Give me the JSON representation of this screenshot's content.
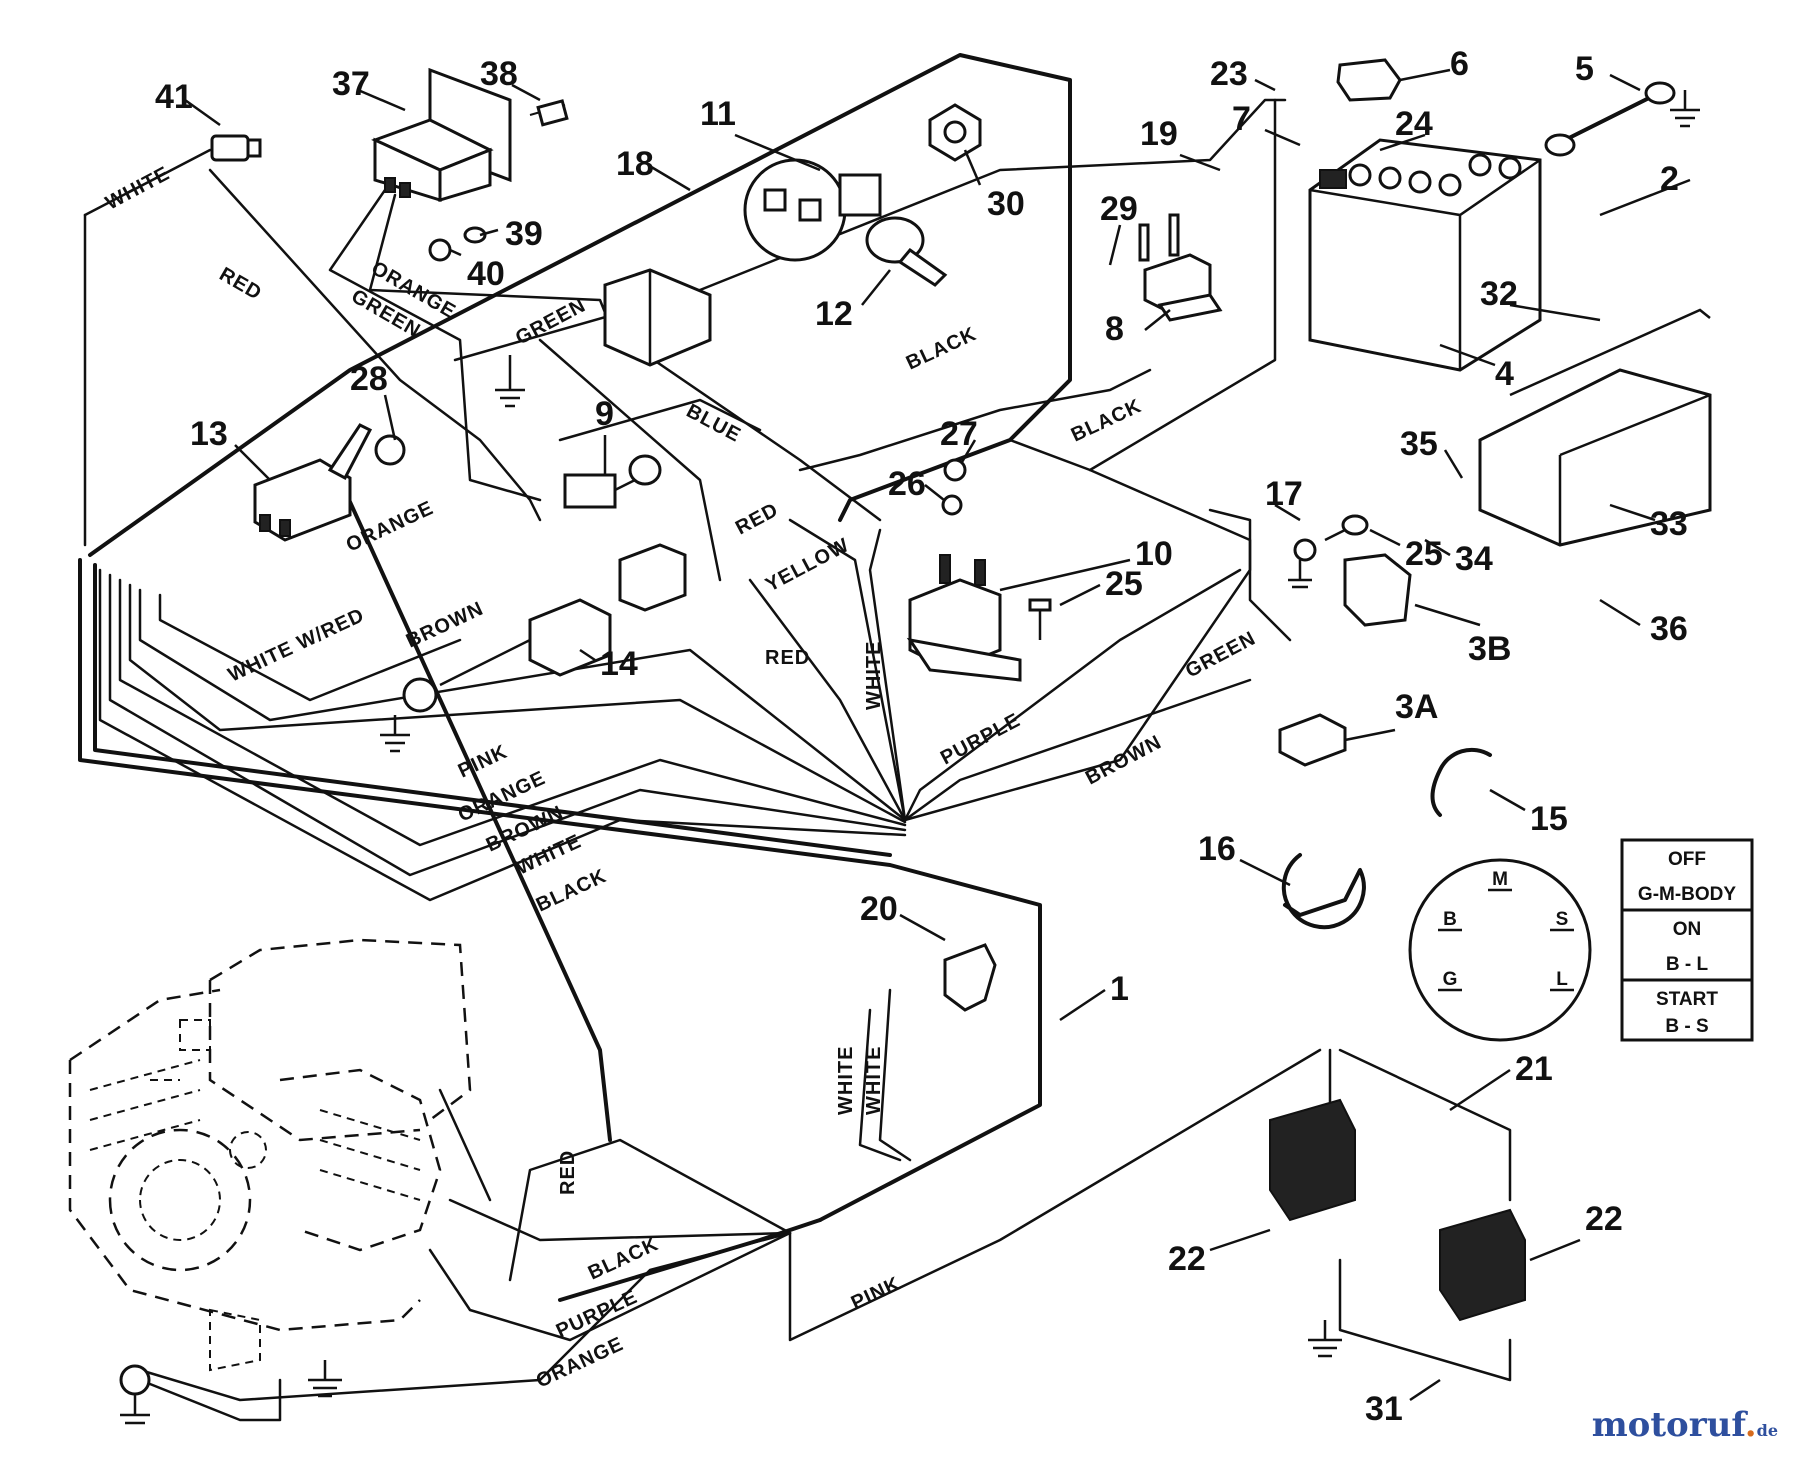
{
  "diagram": {
    "part_numbers": [
      {
        "id": "p41",
        "label": "41"
      },
      {
        "id": "p37",
        "label": "37"
      },
      {
        "id": "p38",
        "label": "38"
      },
      {
        "id": "p39",
        "label": "39"
      },
      {
        "id": "p40",
        "label": "40"
      },
      {
        "id": "p11",
        "label": "11"
      },
      {
        "id": "p18",
        "label": "18"
      },
      {
        "id": "p30",
        "label": "30"
      },
      {
        "id": "p12",
        "label": "12"
      },
      {
        "id": "p23",
        "label": "23"
      },
      {
        "id": "p6",
        "label": "6"
      },
      {
        "id": "p7",
        "label": "7"
      },
      {
        "id": "p24",
        "label": "24"
      },
      {
        "id": "p5",
        "label": "5"
      },
      {
        "id": "p19",
        "label": "19"
      },
      {
        "id": "p29",
        "label": "29"
      },
      {
        "id": "p2",
        "label": "2"
      },
      {
        "id": "p8",
        "label": "8"
      },
      {
        "id": "p4",
        "label": "4"
      },
      {
        "id": "p32",
        "label": "32"
      },
      {
        "id": "p28",
        "label": "28"
      },
      {
        "id": "p13",
        "label": "13"
      },
      {
        "id": "p9",
        "label": "9"
      },
      {
        "id": "p27",
        "label": "27"
      },
      {
        "id": "p26",
        "label": "26"
      },
      {
        "id": "p35",
        "label": "35"
      },
      {
        "id": "p33",
        "label": "33"
      },
      {
        "id": "p17",
        "label": "17"
      },
      {
        "id": "p10",
        "label": "10"
      },
      {
        "id": "p25a",
        "label": "25"
      },
      {
        "id": "p25b",
        "label": "25"
      },
      {
        "id": "p34",
        "label": "34"
      },
      {
        "id": "p14",
        "label": "14"
      },
      {
        "id": "p3B",
        "label": "3B"
      },
      {
        "id": "p36",
        "label": "36"
      },
      {
        "id": "p3A",
        "label": "3A"
      },
      {
        "id": "p15",
        "label": "15"
      },
      {
        "id": "p16",
        "label": "16"
      },
      {
        "id": "p20",
        "label": "20"
      },
      {
        "id": "p1",
        "label": "1"
      },
      {
        "id": "p21",
        "label": "21"
      },
      {
        "id": "p22a",
        "label": "22"
      },
      {
        "id": "p22b",
        "label": "22"
      },
      {
        "id": "p31",
        "label": "31"
      }
    ],
    "wire_labels": [
      {
        "id": "w_white_top",
        "text": "WHITE"
      },
      {
        "id": "w_red_top",
        "text": "RED"
      },
      {
        "id": "w_green1",
        "text": "GREEN"
      },
      {
        "id": "w_orange1",
        "text": "ORANGE"
      },
      {
        "id": "w_green2",
        "text": "GREEN"
      },
      {
        "id": "w_black1",
        "text": "BLACK"
      },
      {
        "id": "w_blue",
        "text": "BLUE"
      },
      {
        "id": "w_black2",
        "text": "BLACK"
      },
      {
        "id": "w_orange2",
        "text": "ORANGE"
      },
      {
        "id": "w_red2",
        "text": "RED"
      },
      {
        "id": "w_yellow",
        "text": "YELLOW"
      },
      {
        "id": "w_whitered",
        "text": "WHITE W/RED"
      },
      {
        "id": "w_brown1",
        "text": "BROWN"
      },
      {
        "id": "w_red3",
        "text": "RED"
      },
      {
        "id": "w_white_v",
        "text": "WHITE"
      },
      {
        "id": "w_green3",
        "text": "GREEN"
      },
      {
        "id": "w_purple1",
        "text": "PURPLE"
      },
      {
        "id": "w_brown2",
        "text": "BROWN"
      },
      {
        "id": "w_pink1",
        "text": "PINK"
      },
      {
        "id": "w_orange3",
        "text": "ORANGE"
      },
      {
        "id": "w_brown3",
        "text": "BROWN"
      },
      {
        "id": "w_white3",
        "text": "WHITE"
      },
      {
        "id": "w_black3",
        "text": "BLACK"
      },
      {
        "id": "w_white_a",
        "text": "WHITE"
      },
      {
        "id": "w_white_b",
        "text": "WHITE"
      },
      {
        "id": "w_red4",
        "text": "RED"
      },
      {
        "id": "w_black4",
        "text": "BLACK"
      },
      {
        "id": "w_purple2",
        "text": "PURPLE"
      },
      {
        "id": "w_pink2",
        "text": "PINK"
      },
      {
        "id": "w_orange4",
        "text": "ORANGE"
      }
    ],
    "switch_table": [
      {
        "position": "OFF",
        "circuit": "G-M-BODY"
      },
      {
        "position": "ON",
        "circuit": "B - L"
      },
      {
        "position": "START",
        "circuit": "B - S"
      }
    ],
    "switch_dial": [
      "M",
      "B",
      "S",
      "G",
      "L"
    ]
  },
  "watermark": {
    "name": "motoruf",
    "tld": "de"
  }
}
